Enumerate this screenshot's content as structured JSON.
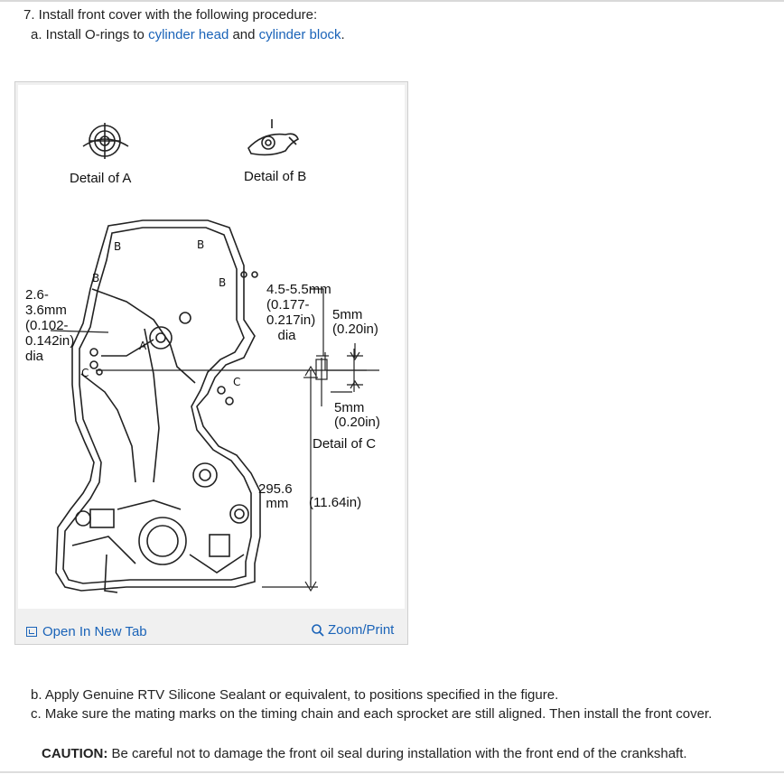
{
  "procedure": {
    "step_7": "7. Install front cover with the following procedure:",
    "step_a_prefix": "a. Install O-rings to ",
    "step_a_link1": "cylinder head",
    "step_a_middle": " and ",
    "step_a_link2": "cylinder block",
    "step_a_suffix": ".",
    "step_b": "b. Apply Genuine RTV Silicone Sealant or equivalent, to positions specified in the figure.",
    "step_c": "c. Make sure the mating marks on the timing chain and each sprocket are still aligned. Then install the front cover.",
    "caution_label": "CAUTION:",
    "caution_text": " Be careful not to damage the front oil seal during installation with the front end of the crankshaft."
  },
  "figure": {
    "detail_a": "Detail of A",
    "detail_b": "Detail of B",
    "detail_c": "Detail of C",
    "left_bead": "2.6-\n3.6mm\n(0.102-\n0.142in)\ndia",
    "bead_c": "4.5-5.5mm\n(0.177-\n0.217in)\n   dia",
    "gap_top": "5mm\n(0.20in)",
    "gap_bottom": "5mm\n(0.20in)",
    "length_mm": "295.6\n  mm",
    "length_in": "(11.64in)",
    "letter_a": "A",
    "letter_b": "B",
    "letter_c": "C"
  },
  "actions": {
    "open_tab": "Open In New Tab",
    "zoom_print": "Zoom/Print"
  },
  "colors": {
    "link": "#1a63b8",
    "text": "#222222"
  }
}
